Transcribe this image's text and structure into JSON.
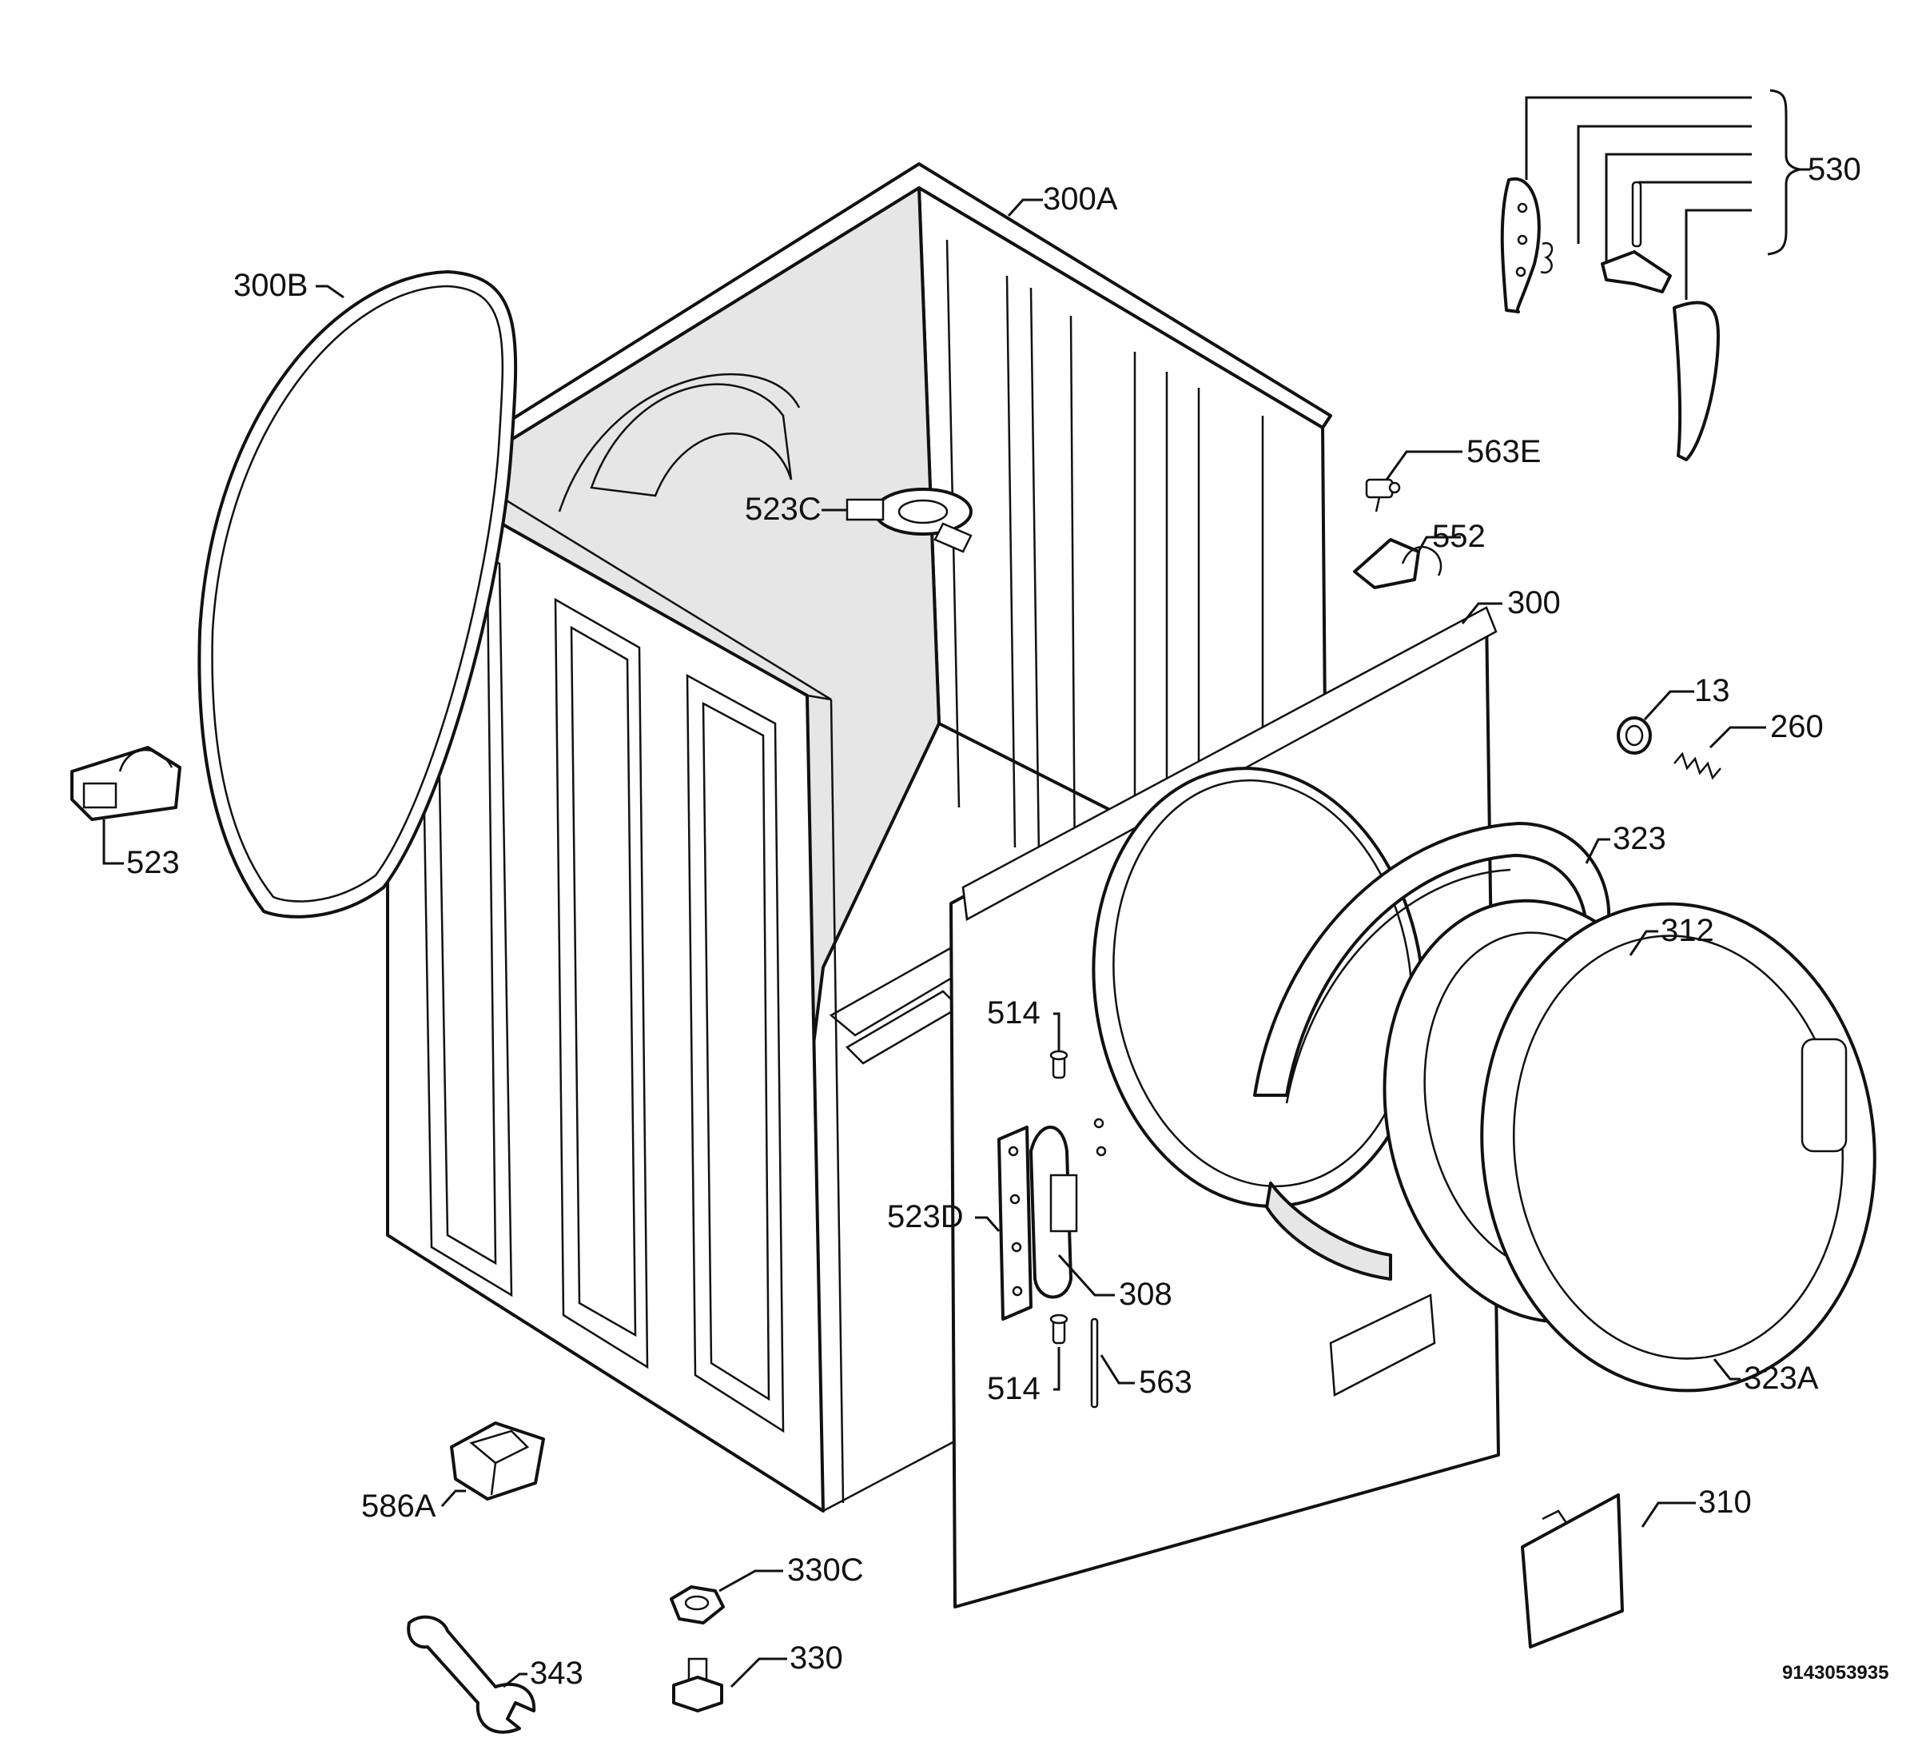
{
  "diagram_id": "9143053935",
  "labels": {
    "l_530": "530",
    "l_300A": "300A",
    "l_300B": "300B",
    "l_563E": "563E",
    "l_523C": "523C",
    "l_552": "552",
    "l_300": "300",
    "l_13": "13",
    "l_260": "260",
    "l_523": "523",
    "l_323": "323",
    "l_312": "312",
    "l_514a": "514",
    "l_523D": "523D",
    "l_308": "308",
    "l_514b": "514",
    "l_563": "563",
    "l_323A": "323A",
    "l_586A": "586A",
    "l_310": "310",
    "l_330C": "330C",
    "l_343": "343",
    "l_330": "330"
  }
}
